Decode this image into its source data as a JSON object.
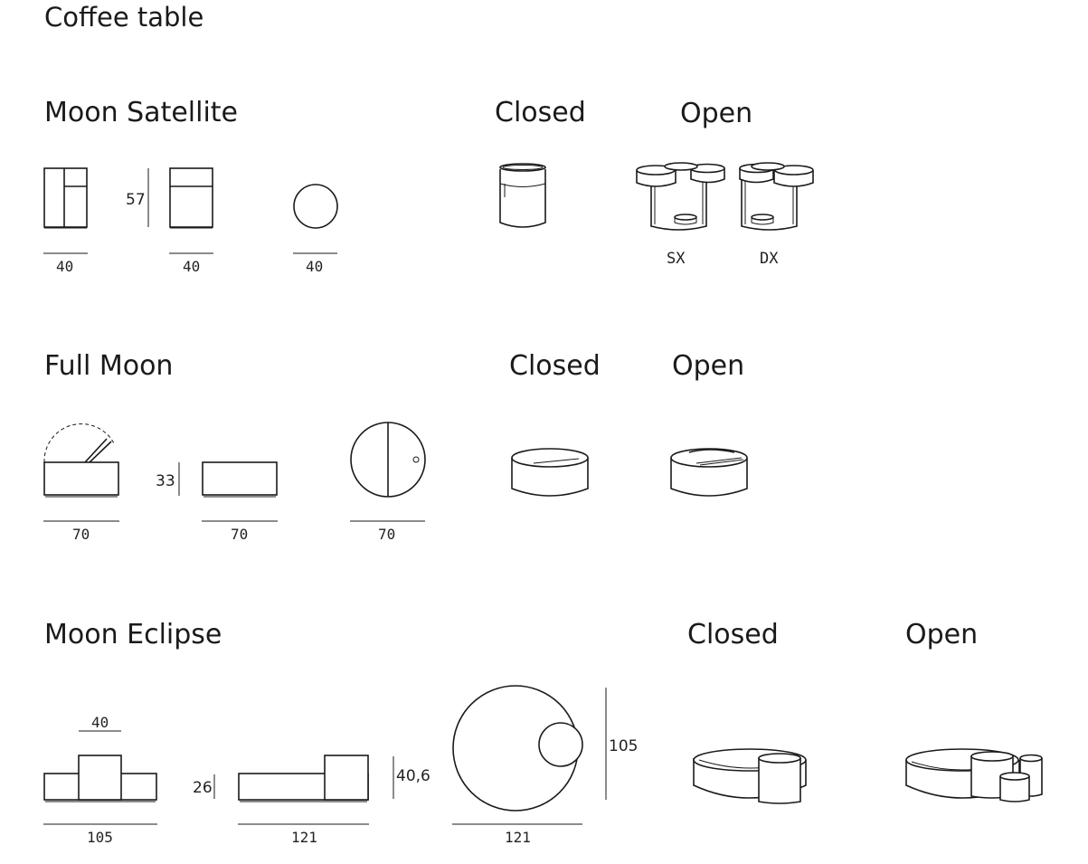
{
  "page": {
    "title": "Coffee table"
  },
  "products": [
    {
      "name": "Moon Satellite",
      "states": [
        "Closed",
        "Open"
      ],
      "variants": [
        "SX",
        "DX"
      ],
      "dims": {
        "front": "40",
        "height": "57",
        "side": "40",
        "top": "40"
      }
    },
    {
      "name": "Full Moon",
      "states": [
        "Closed",
        "Open"
      ],
      "dims": {
        "front": "70",
        "height": "33",
        "side": "70",
        "top": "70"
      }
    },
    {
      "name": "Moon Eclipse",
      "states": [
        "Closed",
        "Open"
      ],
      "dims": {
        "front": "105",
        "upper": "40",
        "height": "26",
        "side": "121",
        "side_height": "40,6",
        "top": "121",
        "top_height": "105"
      }
    }
  ]
}
